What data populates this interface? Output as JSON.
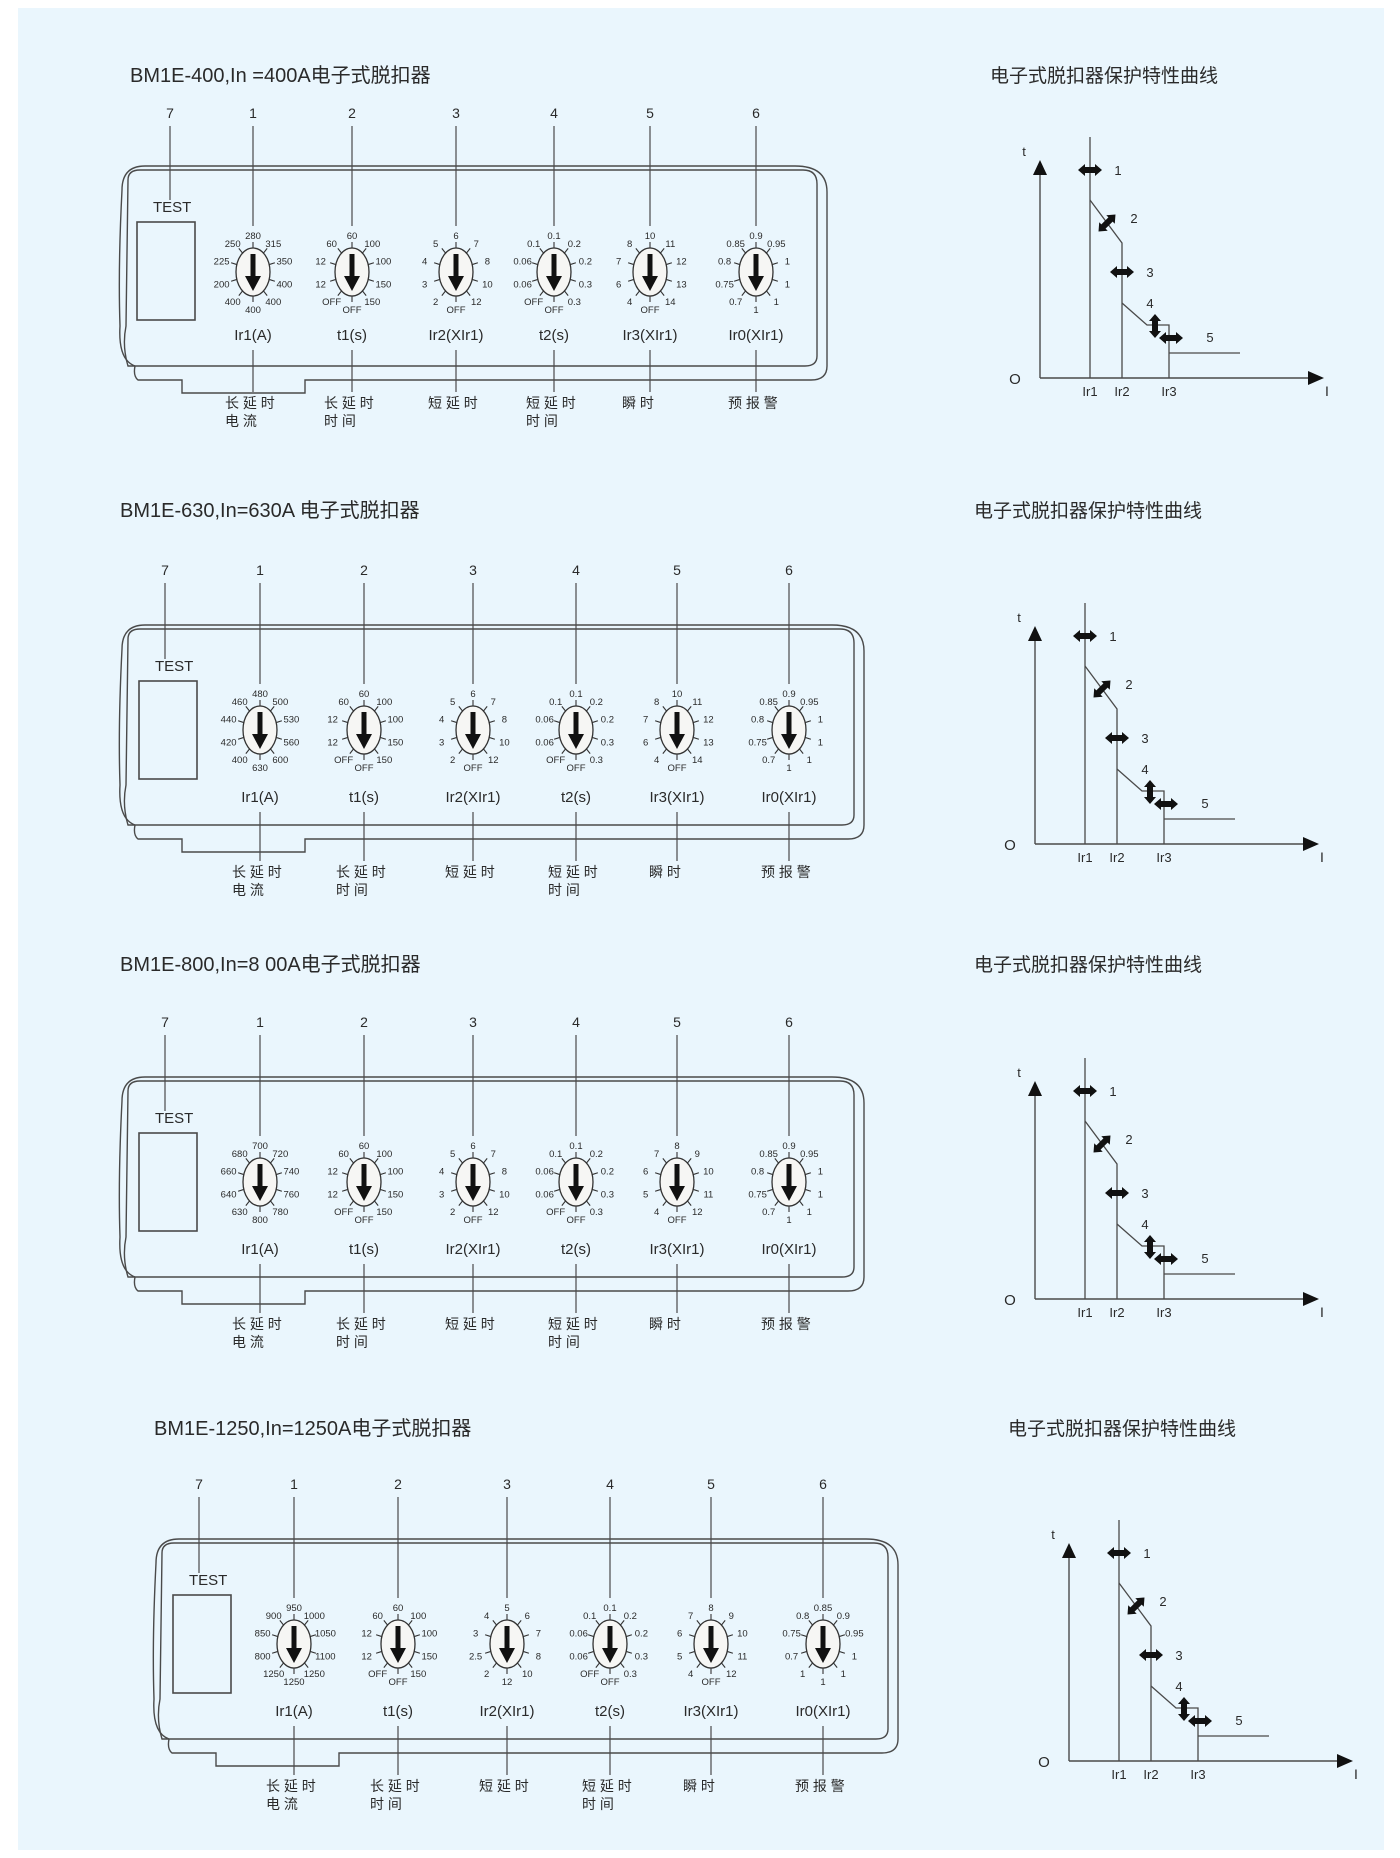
{
  "curve_title": "电子式脱扣器保护特性曲线",
  "curve_labels": {
    "t": "t",
    "origin": "O",
    "i": "I",
    "ir1": "Ir1",
    "ir2": "Ir2",
    "ir3": "Ir3",
    "marks": [
      "1",
      "2",
      "3",
      "4",
      "5"
    ]
  },
  "test_label": "TEST",
  "callouts": [
    "7",
    "1",
    "2",
    "3",
    "4",
    "5",
    "6"
  ],
  "descriptions": [
    [
      "长 延 时",
      "电 流"
    ],
    [
      "长 延 时",
      "时 间"
    ],
    [
      "短 延 时"
    ],
    [
      "短 延 时",
      "时 间"
    ],
    [
      "瞬 时"
    ],
    [
      "预 报 警"
    ]
  ],
  "sections": [
    {
      "title": "BM1E-400,In    =400A电子式脱扣器",
      "dials": [
        {
          "caption": "Ir1(A)",
          "labels": [
            "250",
            "280",
            "315",
            "350",
            "400",
            "400",
            "400",
            "400",
            "200",
            "225"
          ]
        },
        {
          "caption": "t1(s)",
          "labels": [
            "60",
            "60",
            "100",
            "100",
            "150",
            "150",
            "OFF",
            "OFF",
            "12",
            "12"
          ]
        },
        {
          "caption": "Ir2(XIr1)",
          "labels": [
            "5",
            "6",
            "7",
            "8",
            "10",
            "12",
            "OFF",
            "2",
            "3",
            "4"
          ]
        },
        {
          "caption": "t2(s)",
          "labels": [
            "0.1",
            "0.1",
            "0.2",
            "0.2",
            "0.3",
            "0.3",
            "OFF",
            "OFF",
            "0.06",
            "0.06"
          ]
        },
        {
          "caption": "Ir3(XIr1)",
          "labels": [
            "8",
            "10",
            "11",
            "12",
            "13",
            "14",
            "OFF",
            "4",
            "6",
            "7"
          ]
        },
        {
          "caption": "Ir0(XIr1)",
          "labels": [
            "0.85",
            "0.9",
            "0.95",
            "1",
            "1",
            "1",
            "1",
            "0.7",
            "0.75",
            "0.8"
          ]
        }
      ]
    },
    {
      "title": "BM1E-630,In=630A   电子式脱扣器",
      "dials": [
        {
          "caption": "Ir1(A)",
          "labels": [
            "460",
            "480",
            "500",
            "530",
            "560",
            "600",
            "630",
            "400",
            "420",
            "440"
          ]
        },
        {
          "caption": "t1(s)",
          "labels": [
            "60",
            "60",
            "100",
            "100",
            "150",
            "150",
            "OFF",
            "OFF",
            "12",
            "12"
          ]
        },
        {
          "caption": "Ir2(XIr1)",
          "labels": [
            "5",
            "6",
            "7",
            "8",
            "10",
            "12",
            "OFF",
            "2",
            "3",
            "4"
          ]
        },
        {
          "caption": "t2(s)",
          "labels": [
            "0.1",
            "0.1",
            "0.2",
            "0.2",
            "0.3",
            "0.3",
            "OFF",
            "OFF",
            "0.06",
            "0.06"
          ]
        },
        {
          "caption": "Ir3(XIr1)",
          "labels": [
            "8",
            "10",
            "11",
            "12",
            "13",
            "14",
            "OFF",
            "4",
            "6",
            "7"
          ]
        },
        {
          "caption": "Ir0(XIr1)",
          "labels": [
            "0.85",
            "0.9",
            "0.95",
            "1",
            "1",
            "1",
            "1",
            "0.7",
            "0.75",
            "0.8"
          ]
        }
      ]
    },
    {
      "title": "BM1E-800,In=8    00A电子式脱扣器",
      "dials": [
        {
          "caption": "Ir1(A)",
          "labels": [
            "680",
            "700",
            "720",
            "740",
            "760",
            "780",
            "800",
            "630",
            "640",
            "660"
          ]
        },
        {
          "caption": "t1(s)",
          "labels": [
            "60",
            "60",
            "100",
            "100",
            "150",
            "150",
            "OFF",
            "OFF",
            "12",
            "12"
          ]
        },
        {
          "caption": "Ir2(XIr1)",
          "labels": [
            "5",
            "6",
            "7",
            "8",
            "10",
            "12",
            "OFF",
            "2",
            "3",
            "4"
          ]
        },
        {
          "caption": "t2(s)",
          "labels": [
            "0.1",
            "0.1",
            "0.2",
            "0.2",
            "0.3",
            "0.3",
            "OFF",
            "OFF",
            "0.06",
            "0.06"
          ]
        },
        {
          "caption": "Ir3(XIr1)",
          "labels": [
            "7",
            "8",
            "9",
            "10",
            "11",
            "12",
            "OFF",
            "4",
            "5",
            "6"
          ]
        },
        {
          "caption": "Ir0(XIr1)",
          "labels": [
            "0.85",
            "0.9",
            "0.95",
            "1",
            "1",
            "1",
            "1",
            "0.7",
            "0.75",
            "0.8"
          ]
        }
      ]
    },
    {
      "title": "BM1E-1250,In=1250A电子式脱扣器",
      "dials": [
        {
          "caption": "Ir1(A)",
          "labels": [
            "900",
            "950",
            "1000",
            "1050",
            "1100",
            "1250",
            "1250",
            "1250",
            "800",
            "850"
          ]
        },
        {
          "caption": "t1(s)",
          "labels": [
            "60",
            "60",
            "100",
            "100",
            "150",
            "150",
            "OFF",
            "OFF",
            "12",
            "12"
          ]
        },
        {
          "caption": "Ir2(XIr1)",
          "labels": [
            "4",
            "5",
            "6",
            "7",
            "8",
            "10",
            "12",
            "2",
            "2.5",
            "3"
          ]
        },
        {
          "caption": "t2(s)",
          "labels": [
            "0.1",
            "0.1",
            "0.2",
            "0.2",
            "0.3",
            "0.3",
            "OFF",
            "OFF",
            "0.06",
            "0.06"
          ]
        },
        {
          "caption": "Ir3(XIr1)",
          "labels": [
            "7",
            "8",
            "9",
            "10",
            "11",
            "12",
            "OFF",
            "4",
            "5",
            "6"
          ]
        },
        {
          "caption": "Ir0(XIr1)",
          "labels": [
            "0.8",
            "0.85",
            "0.9",
            "0.95",
            "1",
            "1",
            "1",
            "1",
            "0.7",
            "0.75"
          ]
        }
      ]
    }
  ]
}
